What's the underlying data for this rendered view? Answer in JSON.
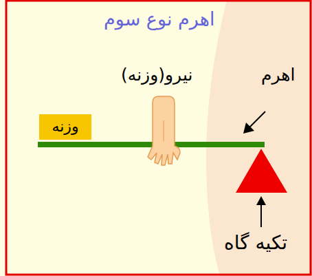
{
  "diagram": {
    "title": "اهرم نوع سوم",
    "nodes": [
      {
        "text": [
          "وزنه"
        ]
      }
    ],
    "labels": [
      "نیرو(وزنه)",
      "اهرم",
      "تکیه گاه"
    ]
  }
}
